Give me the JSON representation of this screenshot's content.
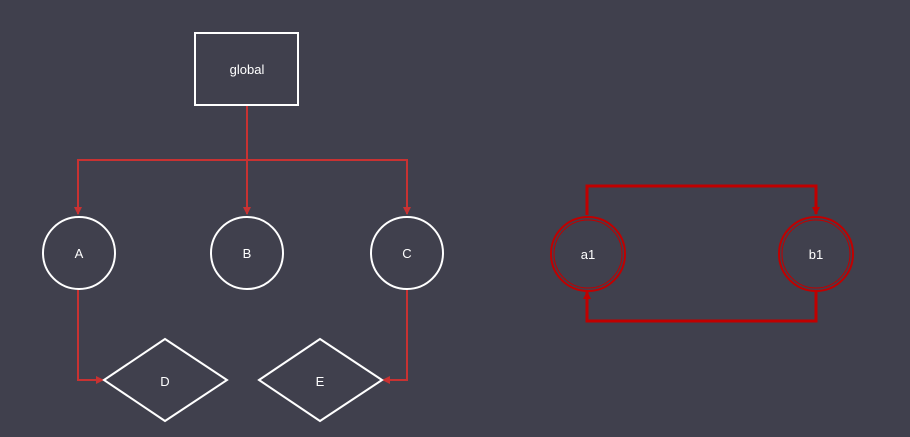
{
  "colors": {
    "background": "#40404d",
    "node_stroke": "#ffffff",
    "edge": "#c83232",
    "cycle_stroke": "#c00000"
  },
  "left_diagram": {
    "root": "global",
    "children": [
      "A",
      "B",
      "C"
    ],
    "leaves": [
      "D",
      "E"
    ]
  },
  "right_diagram": {
    "nodes": [
      "a1",
      "b1"
    ]
  }
}
